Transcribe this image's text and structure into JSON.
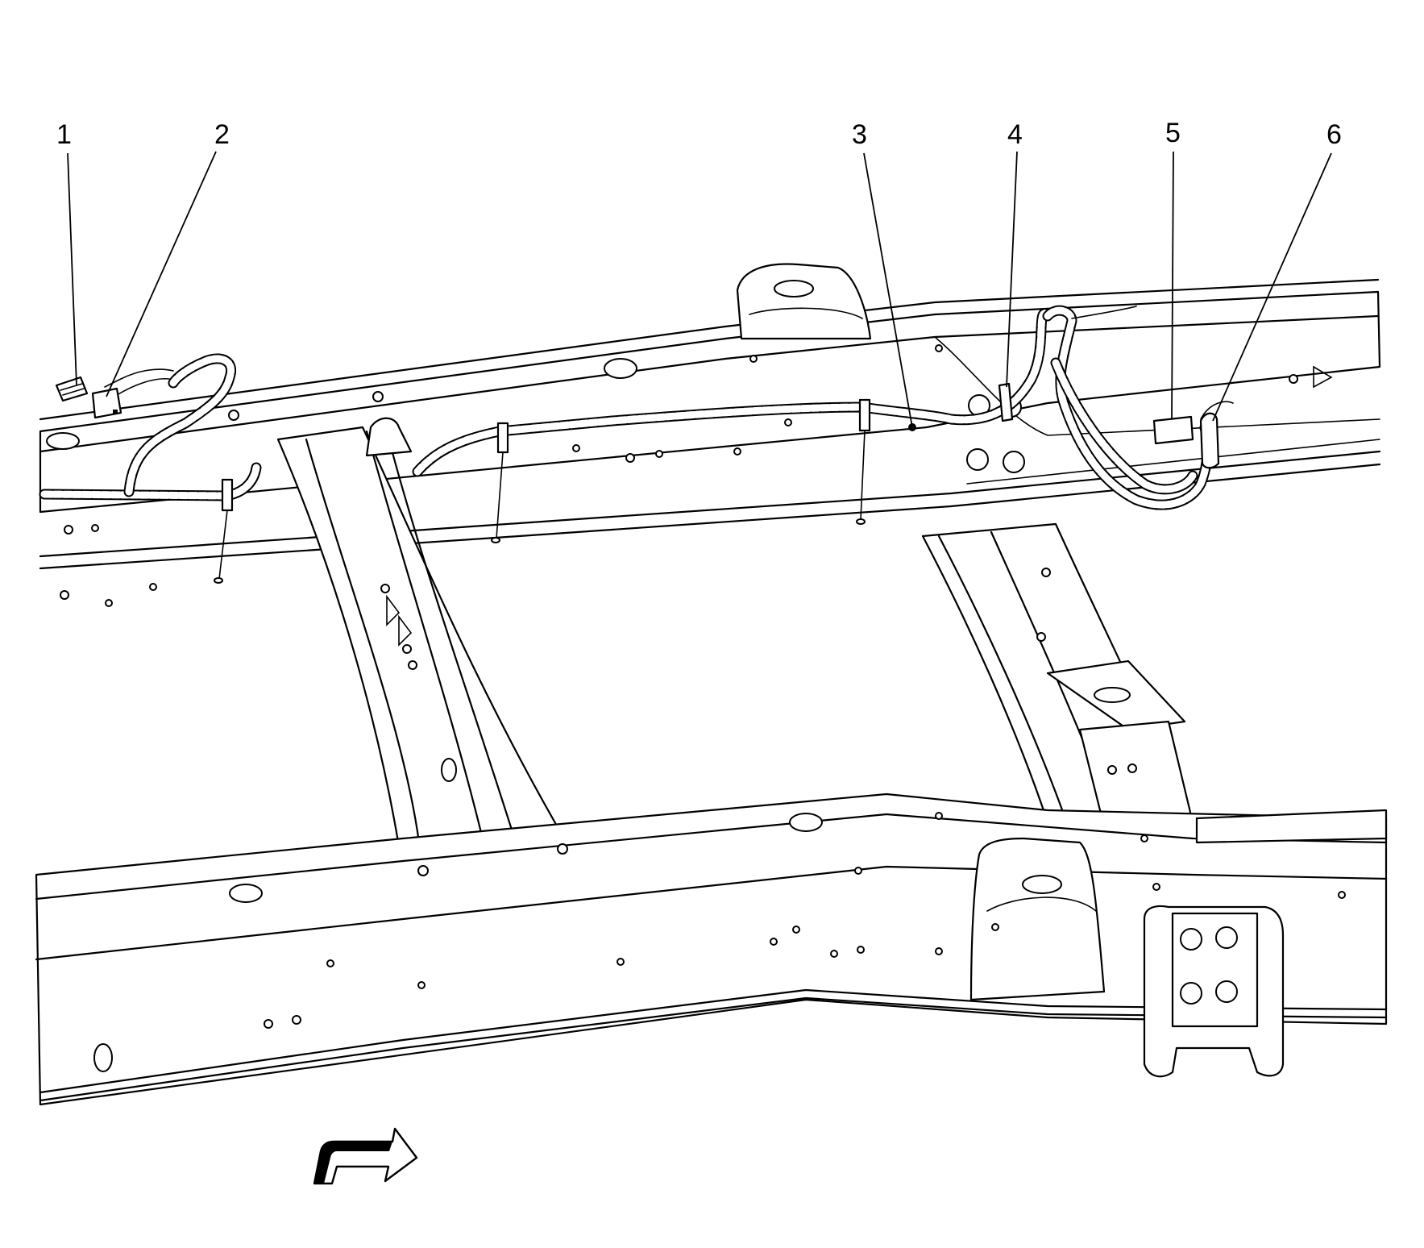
{
  "callouts": [
    {
      "label": "1"
    },
    {
      "label": "2"
    },
    {
      "label": "3"
    },
    {
      "label": "4"
    },
    {
      "label": "5"
    },
    {
      "label": "6"
    }
  ],
  "colors": {
    "line": "#000000",
    "background": "#ffffff"
  },
  "icons": {
    "direction_arrow": "forward-arrow-icon"
  }
}
